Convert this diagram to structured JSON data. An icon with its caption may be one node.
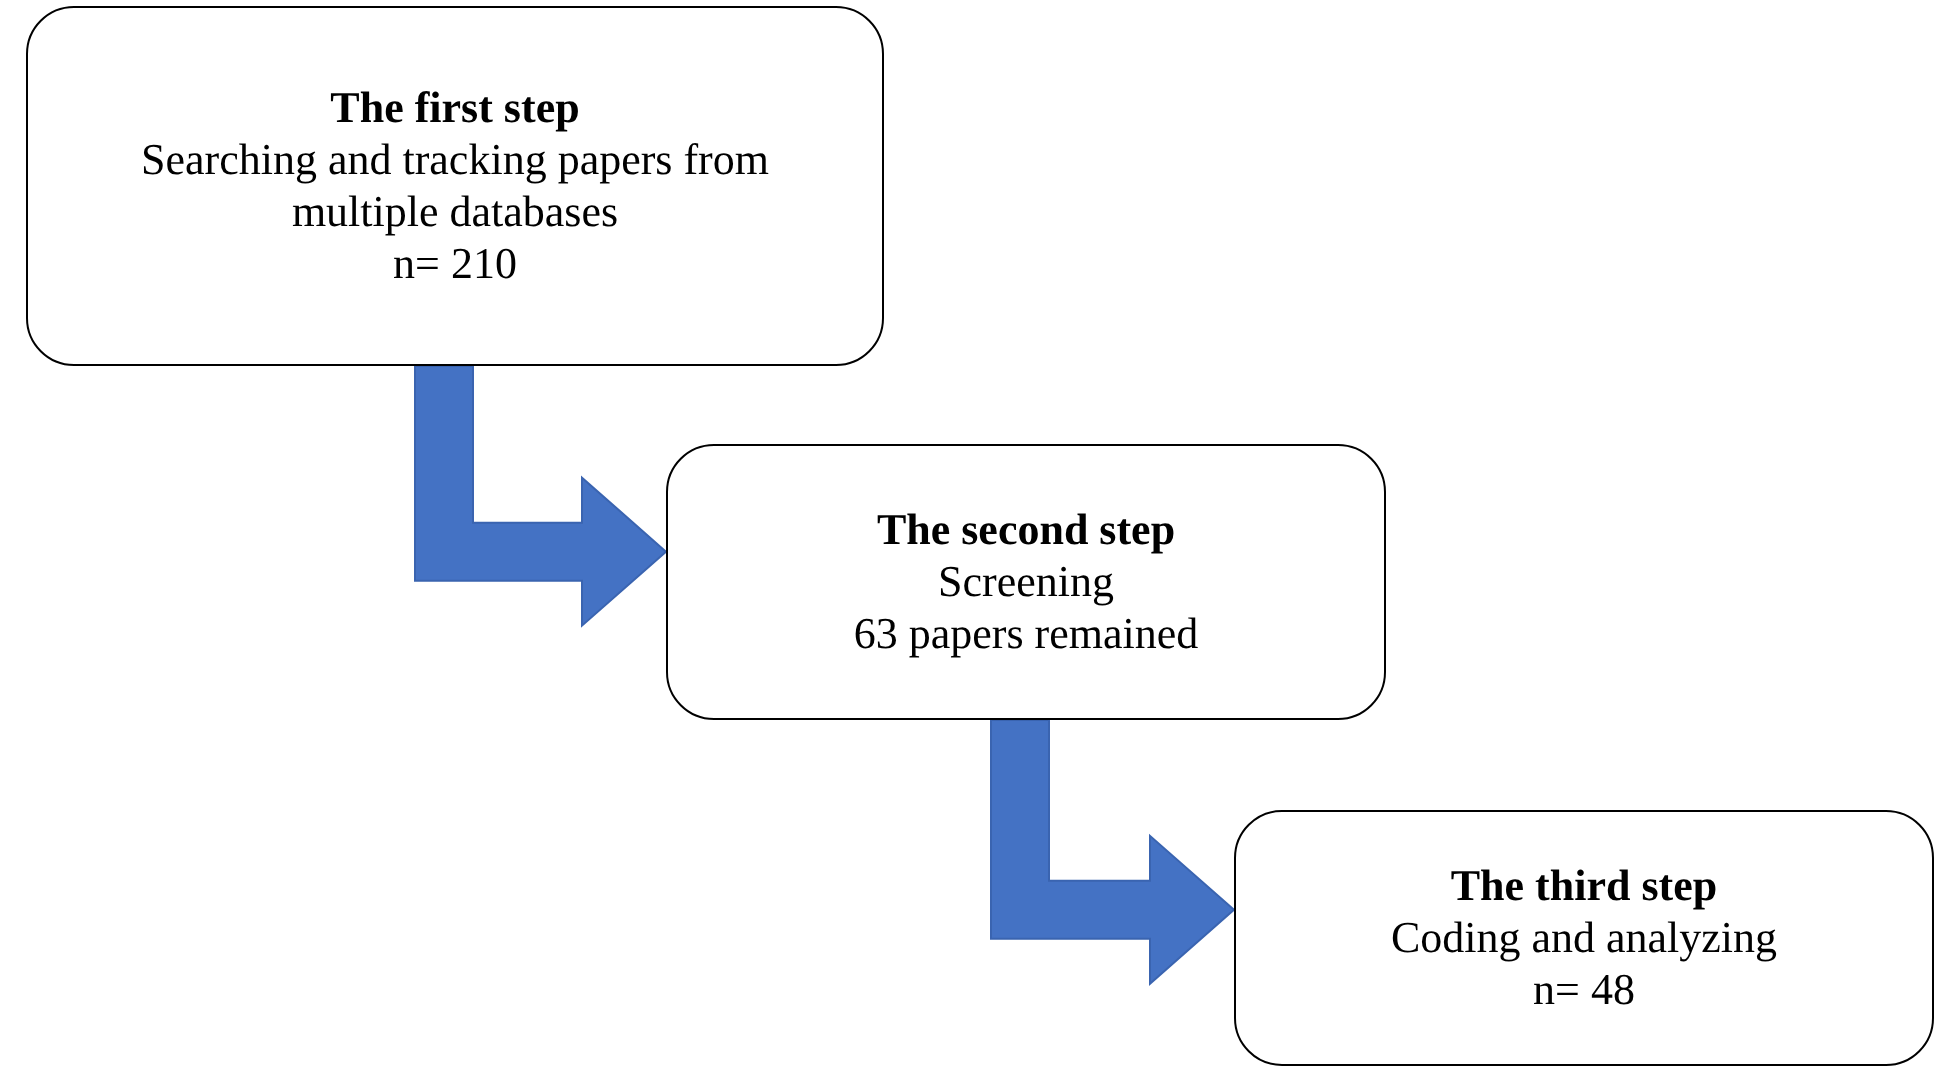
{
  "diagram": {
    "nodes": [
      {
        "text": [
          "The first step",
          "Searching and tracking papers from multiple databases",
          "n= 210"
        ]
      },
      {
        "text": [
          "The second step",
          "Screening",
          "63 papers remained"
        ]
      },
      {
        "text": [
          "The third step",
          "Coding and analyzing",
          "n= 48"
        ]
      }
    ],
    "edges": [
      {
        "from": 0,
        "to": 1,
        "arrow": "to"
      },
      {
        "from": 1,
        "to": 2,
        "arrow": "to"
      }
    ]
  }
}
